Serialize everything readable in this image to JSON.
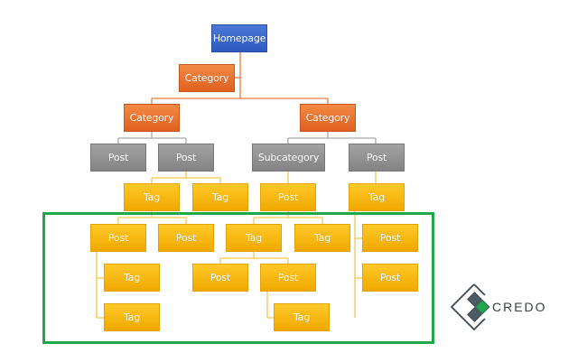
{
  "diagram": {
    "title": "Site hierarchy",
    "colors": {
      "homepage": "#2f5bbf",
      "category": "#e0601f",
      "secondary": "#838383",
      "tertiary": "#f0a800",
      "highlight_frame": "#1fa84a"
    },
    "nodes": {
      "homepage": "Homepage",
      "category_top": "Category",
      "category_left": "Category",
      "category_right": "Category",
      "post_l1": "Post",
      "post_l2": "Post",
      "subcategory": "Subcategory",
      "post_r1": "Post",
      "tag_a": "Tag",
      "tag_b": "Tag",
      "post_sub": "Post",
      "tag_c": "Tag",
      "post_x1": "Post",
      "post_x2": "Post",
      "tag_x1": "Tag",
      "tag_x2": "Tag",
      "post_x3": "Post",
      "post_x4": "Post",
      "tag_y1": "Tag",
      "tag_y2": "Tag",
      "post_y1": "Post",
      "post_y2": "Post",
      "tag_z1": "Tag"
    }
  },
  "logo": {
    "brand": "CREDO",
    "icon": "credo-diamond-logo"
  }
}
